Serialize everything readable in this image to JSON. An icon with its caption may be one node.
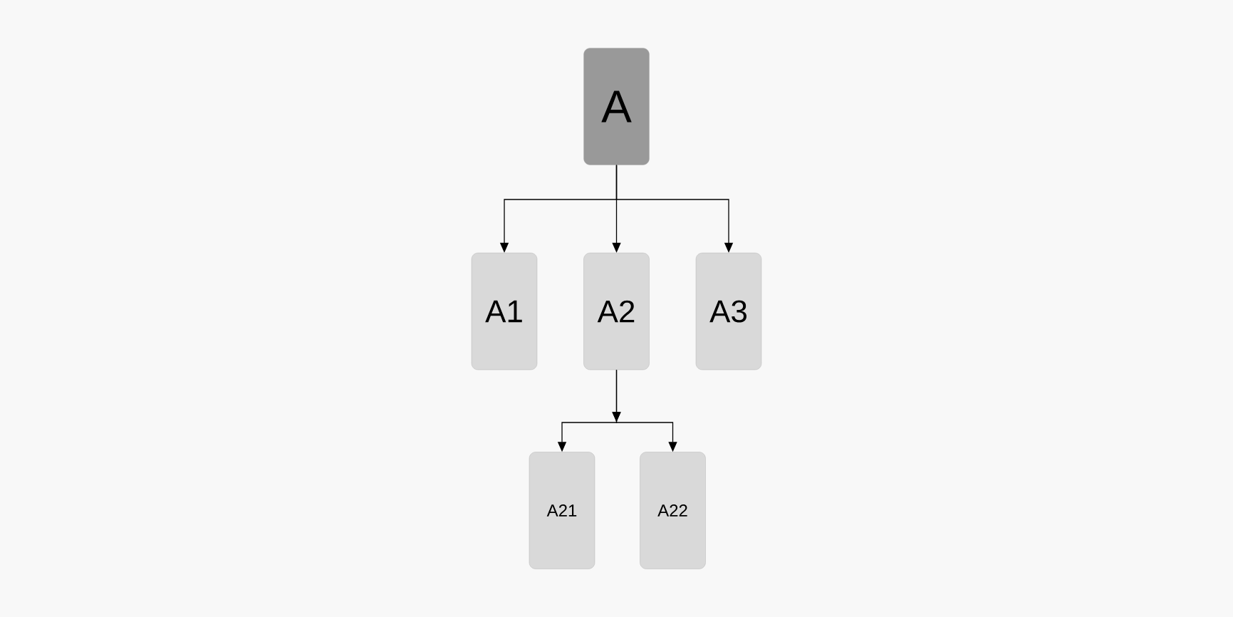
{
  "diagram": {
    "nodes": [
      {
        "text": [
          "A"
        ]
      },
      {
        "text": [
          "A1"
        ]
      },
      {
        "text": [
          "A2"
        ]
      },
      {
        "text": [
          "A3"
        ]
      },
      {
        "text": [
          "A21"
        ]
      },
      {
        "text": [
          "A22"
        ]
      }
    ],
    "edges": [
      {
        "from": 0,
        "to": 1,
        "arrow": "to"
      },
      {
        "from": 0,
        "to": 2,
        "arrow": "to"
      },
      {
        "from": 0,
        "to": 3,
        "arrow": "to"
      },
      {
        "from": 2,
        "to": 4,
        "arrow": "to"
      },
      {
        "from": 2,
        "to": 5,
        "arrow": "to"
      }
    ]
  }
}
